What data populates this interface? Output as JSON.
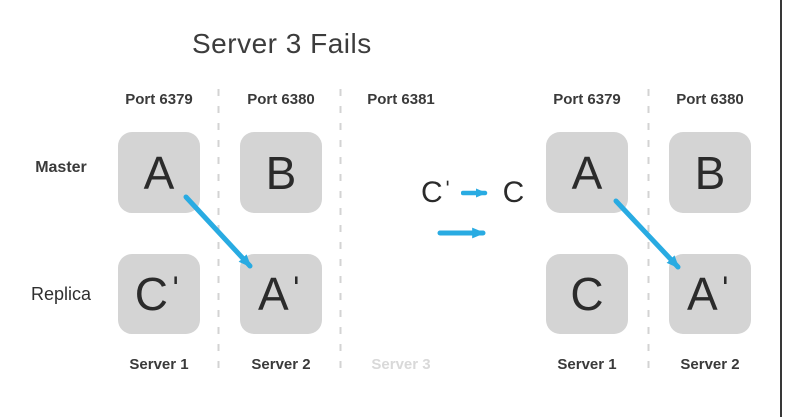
{
  "title": "Server 3 Fails",
  "colors": {
    "accent_blue": "#29abe2",
    "box_fill": "#d4d4d4",
    "divider_gray": "#d3d3d3",
    "text_dark": "#3a3a3a",
    "muted_server_label": "#d9d9d9"
  },
  "left_diagram": {
    "ports": [
      "Port 6379",
      "Port 6380",
      "Port 6381"
    ],
    "row_labels": {
      "master": "Master",
      "replica": "Replica"
    },
    "master_boxes": [
      "A",
      "B"
    ],
    "replica_boxes": [
      "Cˈ",
      "Aˈ"
    ],
    "servers": [
      "Server 1",
      "Server 2",
      "Server 3"
    ]
  },
  "annotation": {
    "from": "Cˈ",
    "to": "C"
  },
  "right_diagram": {
    "ports": [
      "Port 6379",
      "Port 6380"
    ],
    "master_boxes": [
      "A",
      "B"
    ],
    "replica_boxes": [
      "C",
      "Aˈ"
    ],
    "servers": [
      "Server 1",
      "Server 2"
    ]
  }
}
